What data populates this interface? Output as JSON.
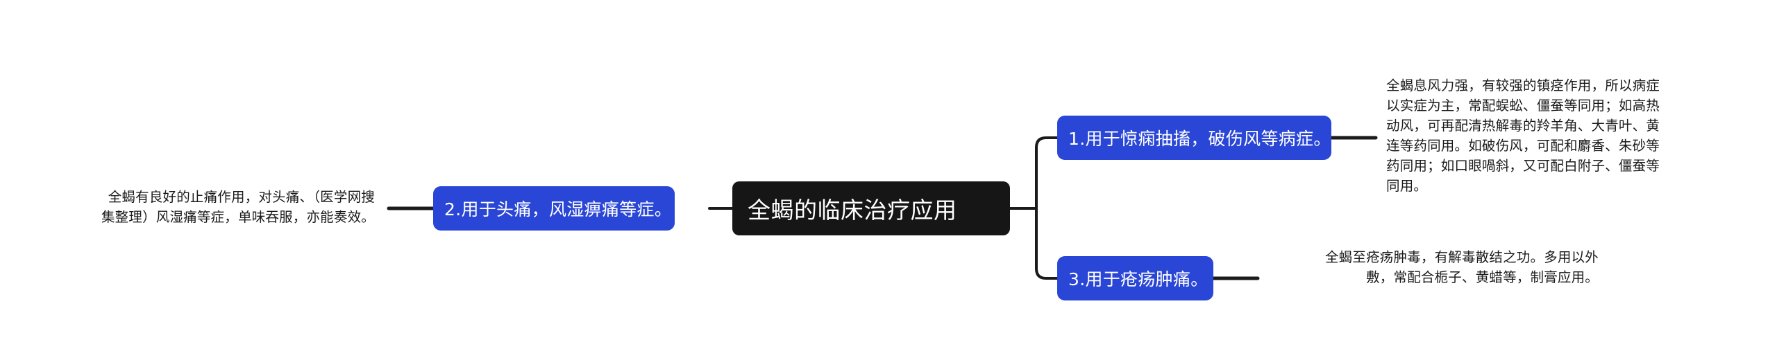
{
  "diagram": {
    "type": "mind-map",
    "background_color": "#ffffff",
    "root_color": "#161616",
    "branch_color": "#2a46d6",
    "edge_color": "#1b1b1b",
    "text_color": "#1b1b1b",
    "root": {
      "label": "全蝎的临床治疗应用"
    },
    "branches": [
      {
        "id": "branch-1",
        "label": "1.用于惊痫抽搐，破伤风等病症。",
        "side": "right",
        "leaf": "全蝎息风力强，有较强的镇痉作用，所以病症\n以实症为主，常配蜈蚣、僵蚕等同用；如高热\n动风，可再配清热解毒的羚羊角、大青叶、黄\n连等药同用。如破伤风，可配和麝香、朱砂等\n药同用；如口眼喎斜，又可配白附子、僵蚕等\n同用。"
      },
      {
        "id": "branch-2",
        "label": "2.用于头痛，风湿痹痛等症。",
        "side": "left",
        "leaf": "全蝎有良好的止痛作用，对头痛、（医学网搜\n集整理）风湿痛等症，单味吞服，亦能奏效。"
      },
      {
        "id": "branch-3",
        "label": "3.用于疮疡肿痛。",
        "side": "right",
        "leaf": "全蝎至疮疡肿毒，有解毒散结之功。多用以外\n敷，常配合栀子、黄蜡等，制膏应用。"
      }
    ]
  }
}
